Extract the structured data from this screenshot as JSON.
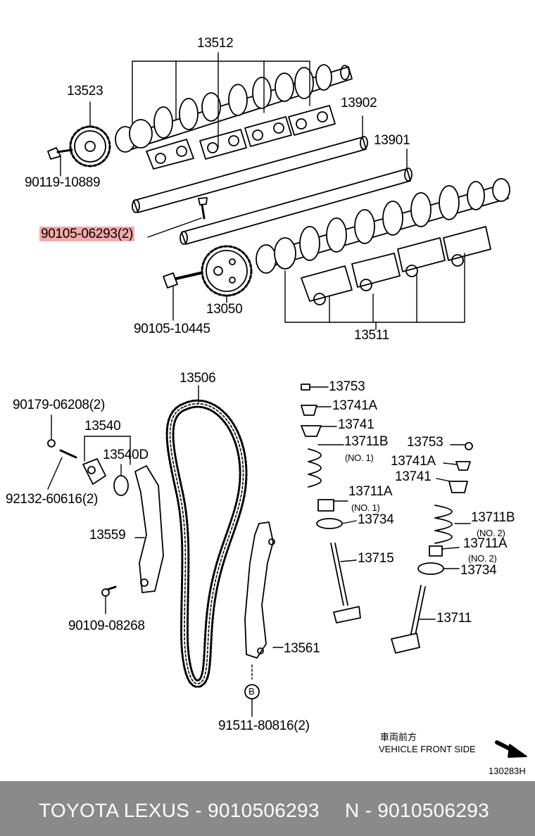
{
  "labels": {
    "p13512": "13512",
    "p13523": "13523",
    "p13902": "13902",
    "p13901": "13901",
    "p90119": "90119-10889",
    "p90105_06293": "90105-06293(2)",
    "p13050": "13050",
    "p90105_10445": "90105-10445",
    "p13511": "13511",
    "p13506": "13506",
    "p90179": "90179-06208(2)",
    "p13540": "13540",
    "p13540D": "13540D",
    "p92132": "92132-60616(2)",
    "p13559": "13559",
    "p90109": "90109-08268",
    "p13561": "13561",
    "p91511": "91511-80816(2)",
    "b_marker": "B",
    "p13753a": "13753",
    "p13741Aa": "13741A",
    "p13741a": "13741",
    "p13711Ba": "13711B",
    "no1a": "(NO. 1)",
    "p13711Aa": "13711A",
    "no1b": "(NO. 1)",
    "p13734a": "13734",
    "p13715": "13715",
    "p13753b": "13753",
    "p13741Ab": "13741A",
    "p13741b": "13741",
    "p13711Bb": "13711B",
    "no2a": "(NO. 2)",
    "p13711Ab": "13711A",
    "no2b": "(NO. 2)",
    "p13734b": "13734",
    "p13711": "13711"
  },
  "direction_note": {
    "jp": "車両前方",
    "en": "VEHICLE FRONT SIDE"
  },
  "diagram_code": "130283H",
  "highlight_color": "#f7a8a8",
  "footer": {
    "left": "TOYOTA LEXUS - 9010506293",
    "right": "N - 9010506293",
    "bg_color": "#8a8a8a"
  }
}
